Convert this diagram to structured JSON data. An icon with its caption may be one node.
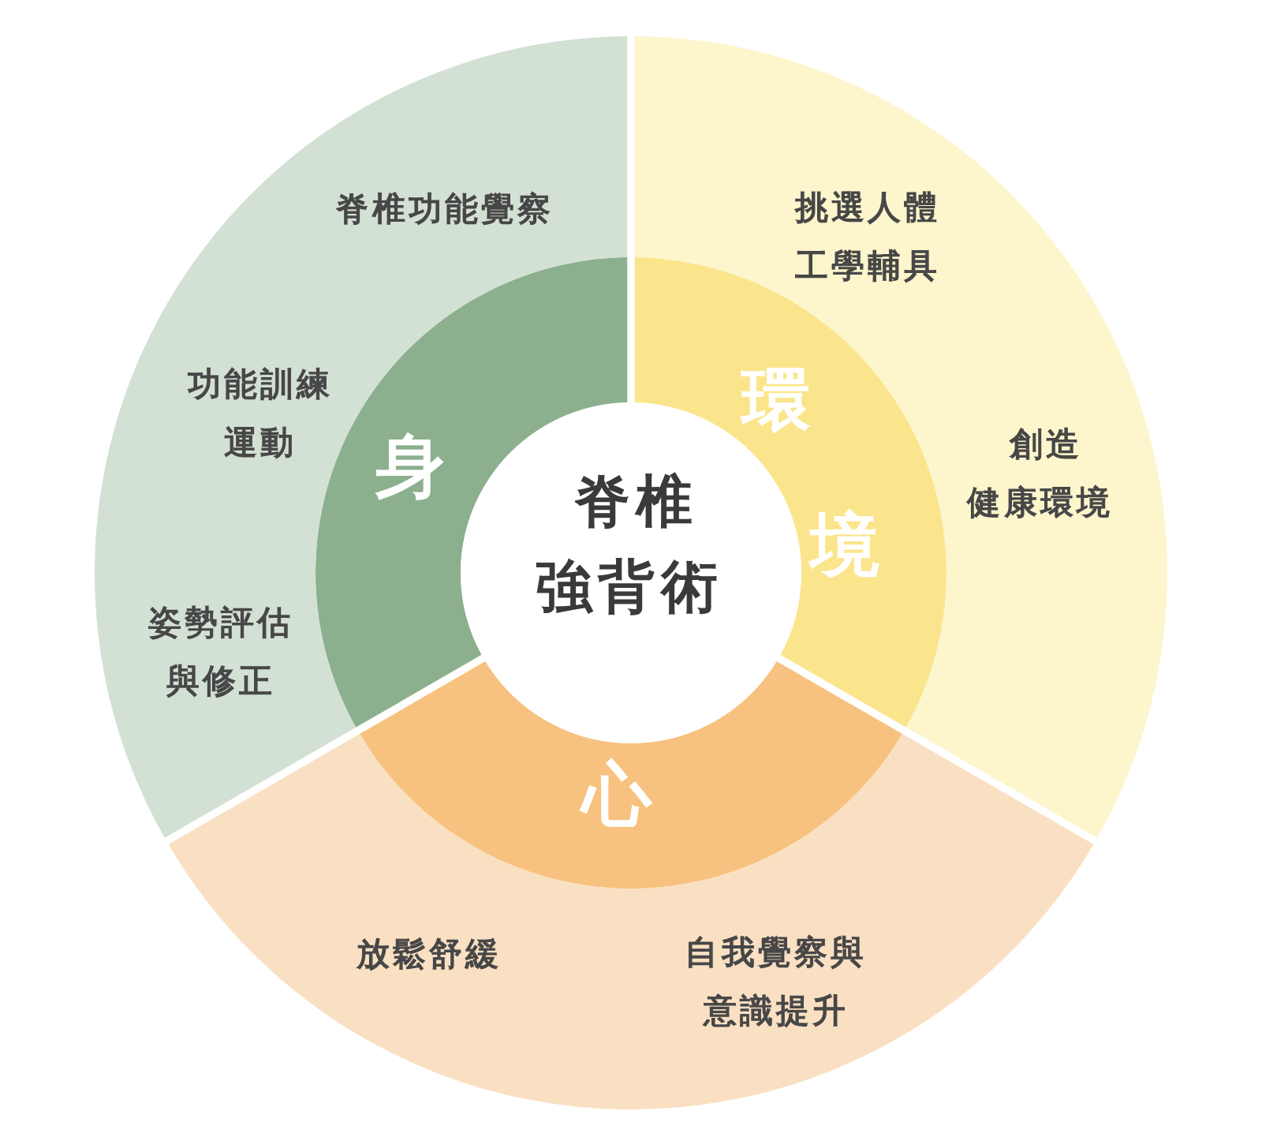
{
  "diagram": {
    "nodes": [
      {
        "text": [
          "脊椎強背術"
        ]
      },
      {
        "text": [
          "身"
        ]
      },
      {
        "text": [
          "環境"
        ]
      },
      {
        "text": [
          "心"
        ]
      },
      {
        "text": [
          "脊椎功能覺察",
          "功能訓練運動",
          "姿勢評估與修正"
        ]
      },
      {
        "text": [
          "挑選人體工學輔具",
          "創造健康環境"
        ]
      },
      {
        "text": [
          "放鬆舒緩",
          "自我覺察與意識提升"
        ]
      }
    ]
  }
}
